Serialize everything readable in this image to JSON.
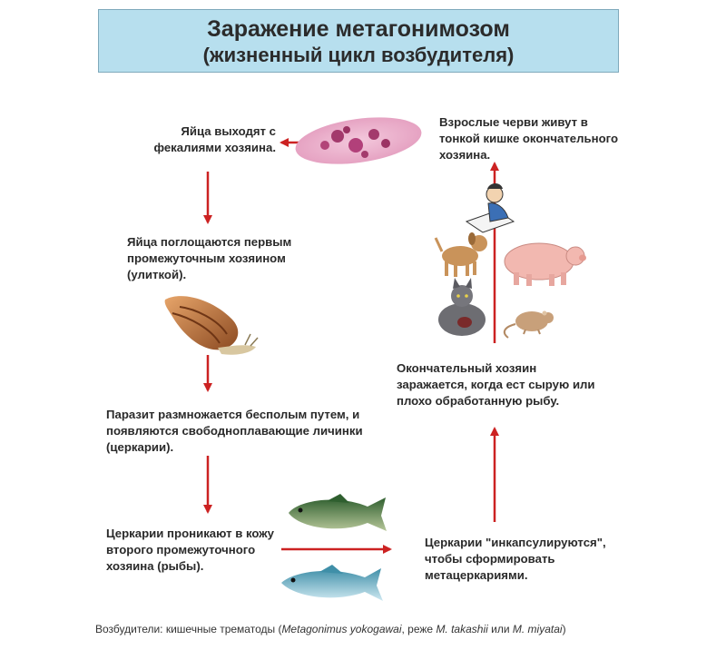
{
  "title": {
    "line1": "Заражение метагонимозом",
    "line2": "(жизненный цикл возбудителя)"
  },
  "steps": {
    "eggs_out": [
      "Яйца выходят с",
      "фекалиями хозяина."
    ],
    "adult_worms": [
      "Взрослые черви живут в",
      "тонкой кишке окончательного",
      "хозяина."
    ],
    "snail": [
      "Яйца поглощаются первым",
      "промежуточным хозяином",
      "(улиткой)."
    ],
    "cercariae_free": [
      "Паразит размножается бесполым путем, и",
      "появляются свободноплавающие личинки",
      "(церкарии)."
    ],
    "fish_penetrate": [
      "Церкарии проникают в кожу",
      "второго промежуточного",
      "хозяина (рыбы)."
    ],
    "encyst": [
      "Церкарии \"инкапсулируются\",",
      "чтобы сформировать",
      "метацеркариями."
    ],
    "definitive_host": [
      "Окончательный хозяин",
      "заражается, когда ест сырую или",
      "плохо обработанную рыбу."
    ]
  },
  "caption": {
    "prefix": "Возбудители: кишечные трематоды (",
    "species1": "Metagonimus yokogawai",
    "middle": ", реже ",
    "species2": "M. takashii",
    "or": " или ",
    "species3": "M. miyatai",
    "suffix": ")"
  },
  "colors": {
    "arrow": "#cc2222",
    "title_bg": "#b7dfee"
  },
  "icons": [
    "egg-image",
    "snail-image",
    "fish-image",
    "person-image",
    "dog-image",
    "pig-image",
    "cat-image",
    "rat-image"
  ]
}
